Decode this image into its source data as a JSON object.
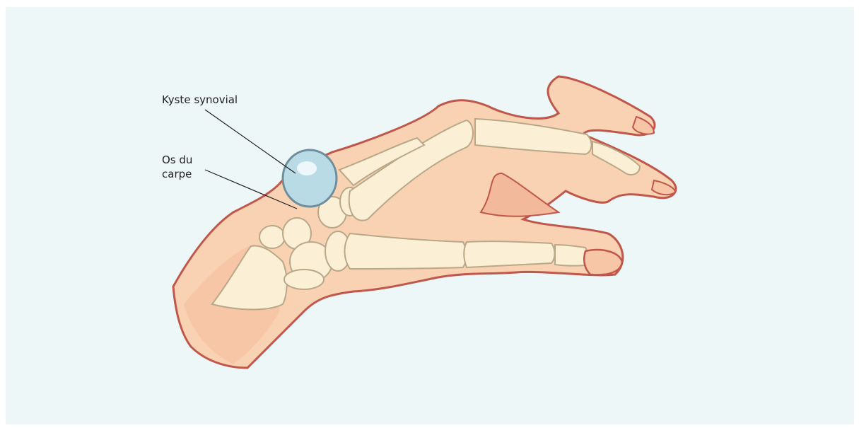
{
  "labels": {
    "cyst": "Kyste synovial",
    "carpal_line1": "Os du",
    "carpal_line2": "carpe"
  },
  "colors": {
    "background": "#eef7f8",
    "skin": "#f9d1b3",
    "skin_shadow": "#f2b99a",
    "outline": "#c0574a",
    "bone": "#fbf0d6",
    "bone_outline": "#b9a888",
    "cyst": "#b8dbe6",
    "cyst_outline": "#6f8e9c",
    "leader_line": "#1f1f1f"
  }
}
